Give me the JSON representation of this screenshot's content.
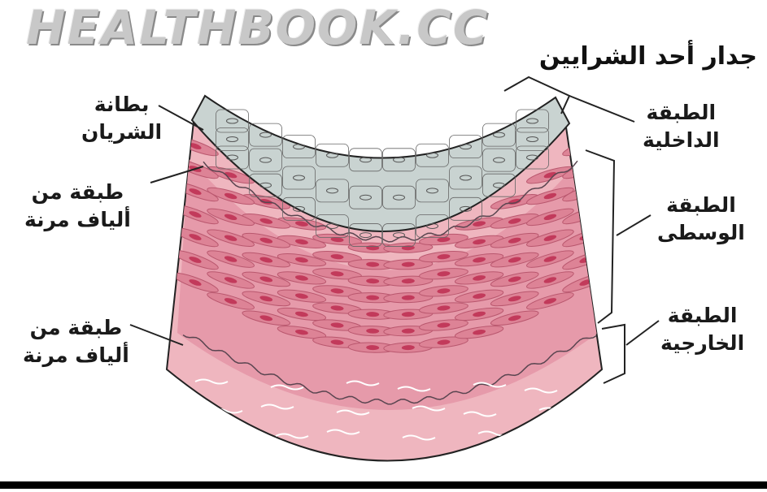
{
  "watermark": "HEALTHBOOK.CC",
  "title": "جدار أحد الشرايين",
  "labels": {
    "endothelium": [
      "بطانة",
      "الشريان"
    ],
    "elastic_top": [
      "طبقة من",
      "ألياف مرنة"
    ],
    "elastic_bottom": [
      "طبقة من",
      "ألياف مرنة"
    ],
    "intima": [
      "الطبقة",
      "الداخلية"
    ],
    "media": [
      "الطبقة",
      "الوسطى"
    ],
    "adventitia": [
      "الطبقة",
      "الخارجية"
    ]
  },
  "colors": {
    "intima": "#c9d3d1",
    "media": "#e79bab",
    "adventitia": "#efb6bf",
    "cell_nucleus": "#c23a5b",
    "line": "#222222"
  }
}
